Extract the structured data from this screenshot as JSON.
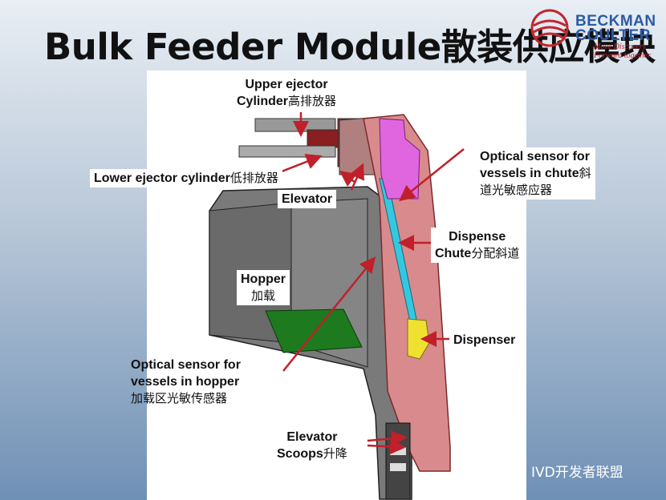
{
  "slide": {
    "title": "Bulk Feeder Module散装供应模块"
  },
  "logo": {
    "line1": "BECKMAN",
    "line2": "COULTER",
    "tagline": "Move Discovery Forward together"
  },
  "labels": {
    "upper_ejector_1": "Upper ejector",
    "upper_ejector_2": "Cylinder",
    "upper_ejector_cn": "高排放器",
    "lower_ejector": "Lower ejector cylinder",
    "lower_ejector_cn": "低排放器",
    "elevator": "Elevator",
    "optical_chute_1": "Optical sensor for",
    "optical_chute_2": "vessels in chute",
    "optical_chute_cn_a": "斜",
    "optical_chute_cn_b": "道光敏感应器",
    "dispense_chute_1": "Dispense",
    "dispense_chute_2": "Chute",
    "dispense_chute_cn": "分配斜道",
    "hopper": "Hopper",
    "hopper_cn": "加载",
    "dispenser": "Dispenser",
    "optical_hopper_1": "Optical sensor for",
    "optical_hopper_2": "vessels in hopper",
    "optical_hopper_cn": "加载区光敏传感器",
    "elevator_scoops_1": "Elevator",
    "elevator_scoops_2": "Scoops",
    "elevator_scoops_cn": "升降"
  },
  "watermark": {
    "text": "IVD开发者联盟"
  },
  "colors": {
    "arrow": "#c0202a",
    "hopper_body": "#7a7a7a",
    "chute_pink": "#d98a8c",
    "sensor_magenta": "#e066e0",
    "chute_cyan": "#33c8e0",
    "dispenser_yellow": "#f0e030",
    "hopper_green": "#1e7a1e",
    "brand_blue": "#2a5aa5",
    "brand_red": "#c0262e"
  }
}
